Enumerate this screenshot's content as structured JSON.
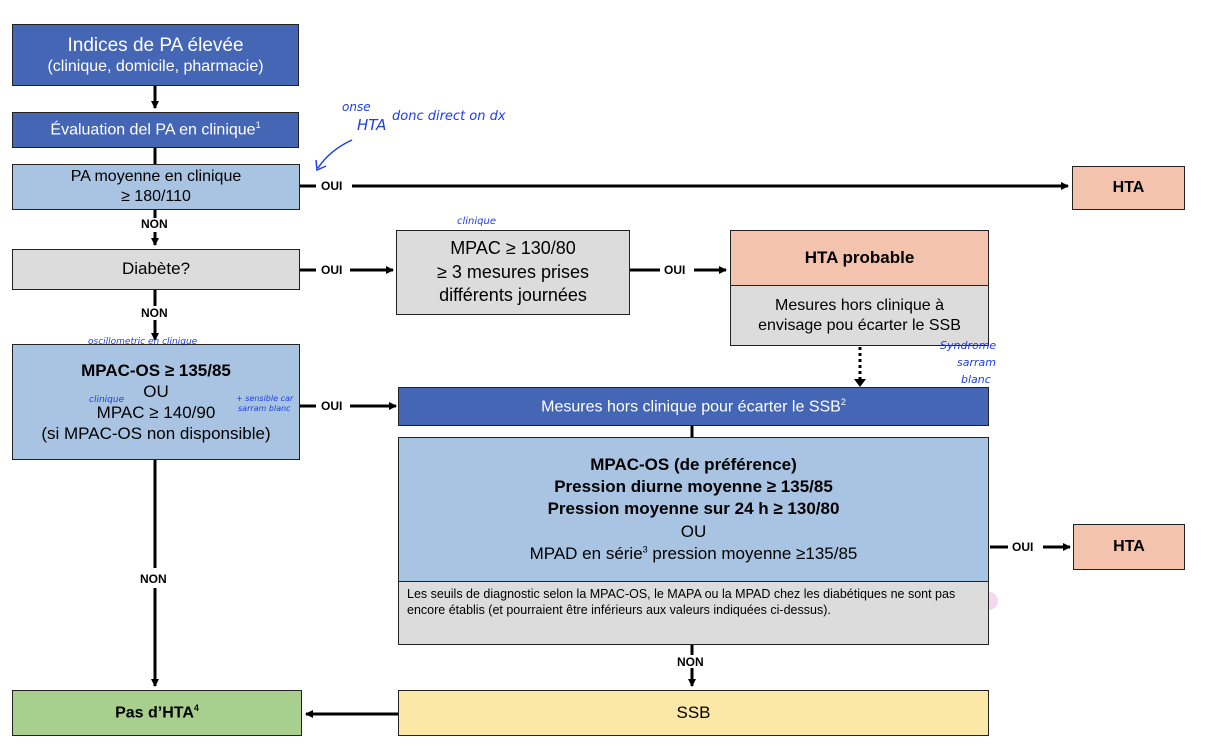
{
  "nodes": {
    "indices": {
      "line1": "Indices de PA élevée",
      "line2": "(clinique, domicile, pharmacie)"
    },
    "evaluation": {
      "text": "Évaluation del PA en clinique",
      "sup": "1"
    },
    "pa_moyenne": {
      "line1": "PA moyenne en clinique",
      "line2": "≥ 180/110"
    },
    "hta_top": {
      "text": "HTA"
    },
    "diabete": {
      "text": "Diabète?"
    },
    "mpac_diab": {
      "line1": "MPAC ≥ 130/80",
      "line2": "≥ 3 mesures prises",
      "line3": "différents journées"
    },
    "hta_probable": {
      "title": "HTA probable",
      "line1": "Mesures hors clinique à",
      "line2": "envisage pou écarter le SSB"
    },
    "mpac_os": {
      "line1_bold": "MPAC-OS",
      "line1_rest": " ≥ 135/85",
      "line2": "OU",
      "line3": "MPAC ≥ 140/90",
      "line4": "(si MPAC-OS non disponsible)"
    },
    "mesures_hors": {
      "text": "Mesures hors clinique pour écarter le SSB",
      "sup": "2"
    },
    "ambulatory": {
      "line1": "MPAC-OS (de préférence)",
      "line2": "Pression diurne moyenne ≥ 135/85",
      "line3": "Pression moyenne sur 24 h ≥ 130/80",
      "line4": "OU",
      "line5_a": "MPAD en série",
      "line5_sup": "3",
      "line5_b": " pression moyenne ≥135/85",
      "note": "Les seuils de diagnostic selon la MPAC-OS, le MAPA ou la MPAD chez les diabétiques ne sont pas encore établis (et pourraient être inférieurs aux valeurs indiquées ci-dessus)."
    },
    "hta_right": {
      "text": "HTA"
    },
    "pas_hta": {
      "text": "Pas d’HTA",
      "sup": "4"
    },
    "ssb": {
      "text": "SSB"
    }
  },
  "edge_labels": {
    "oui1": "OUI",
    "non1": "NON",
    "oui2": "OUI",
    "oui3": "OUI",
    "non2": "NON",
    "oui4": "OUI",
    "oui5": "OUI",
    "non3": "NON",
    "non4": "NON"
  },
  "handwritten": {
    "note1": "onse",
    "note2": "HTA",
    "note3": "donc direct on dx",
    "clinique1": "clinique",
    "oscill": "oscillometric en clinique",
    "clinique2": "clinique",
    "sarram1": "+ sensible car",
    "sarram2": "sarram blanc",
    "syndrome1": "Syndrome",
    "syndrome2": "sarram",
    "syndrome3": "blanc"
  },
  "colors": {
    "dark_blue": "#4466b4",
    "light_blue": "#a9c4e2",
    "grey": "#dcdcdc",
    "salmon": "#f4c3ad",
    "green": "#a8cf8e",
    "yellow": "#fbe7a6",
    "ink": "#1c3ee8",
    "highlight": "#e7a8d6"
  }
}
